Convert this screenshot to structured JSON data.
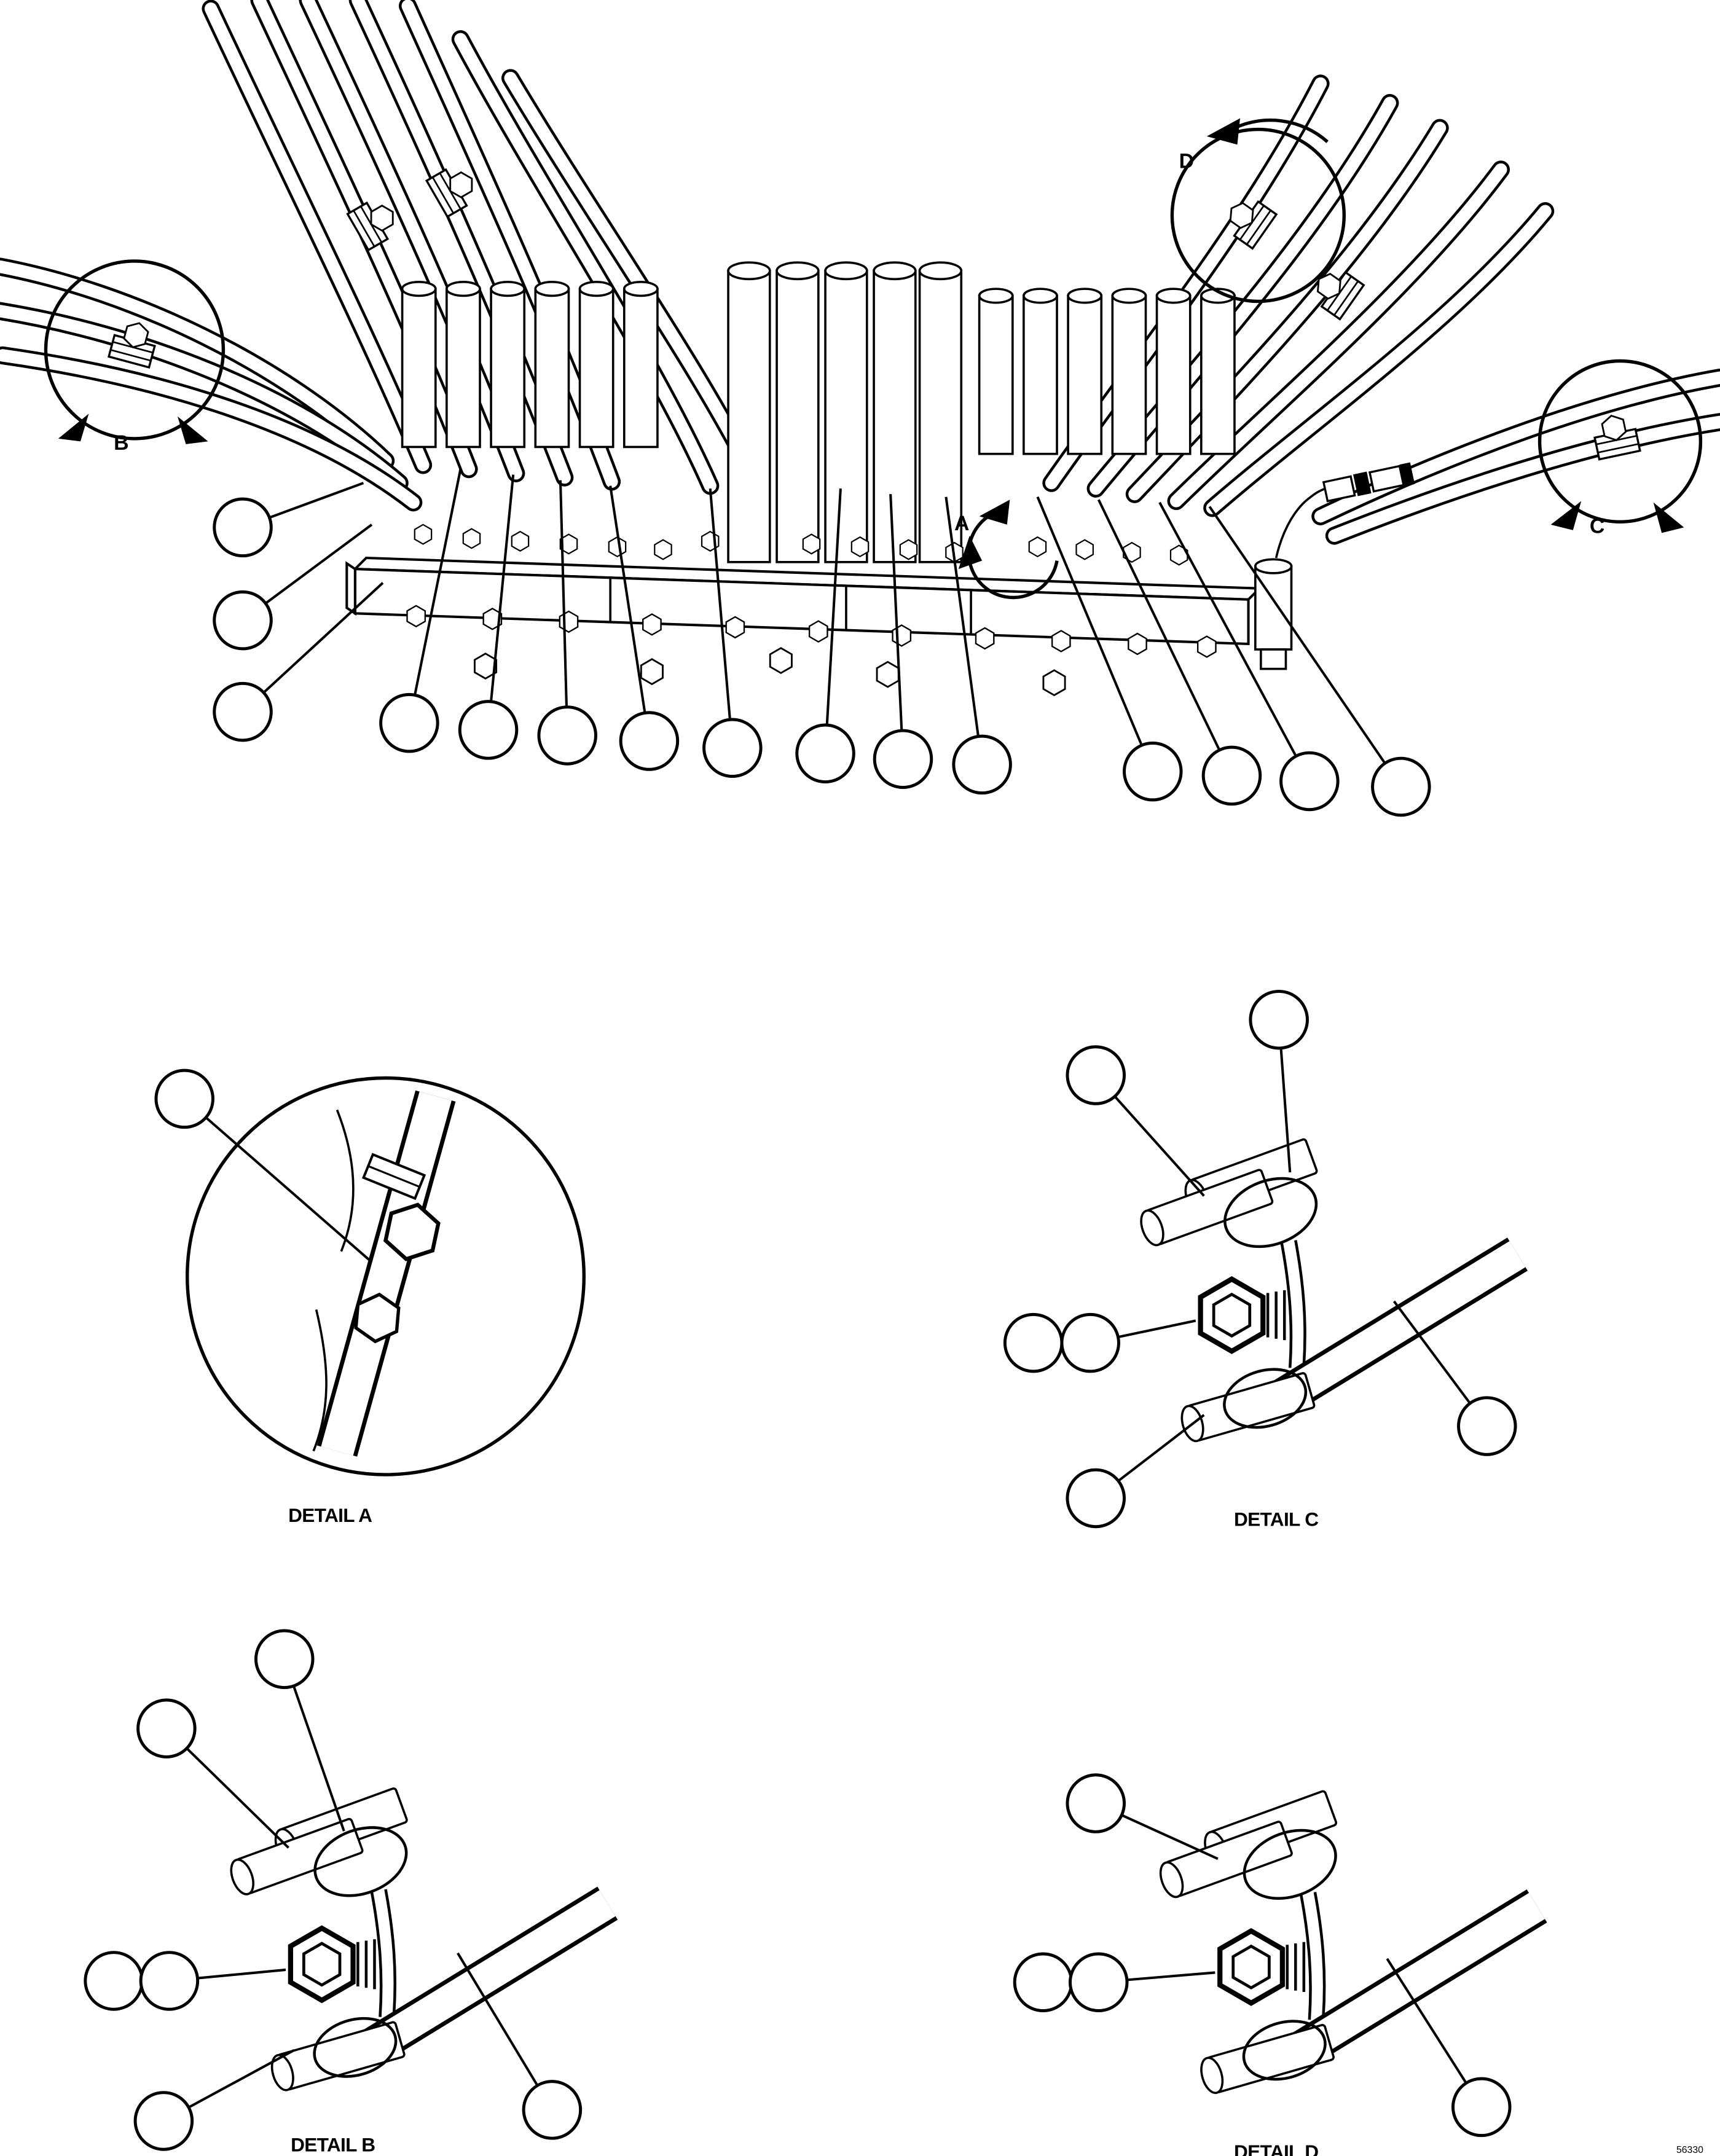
{
  "figure": {
    "figure_number": "56330",
    "labels": {
      "detail_a": "DETAIL A",
      "detail_b": "DETAIL B",
      "detail_c": "DETAIL C",
      "detail_d": "DETAIL D"
    },
    "letters": {
      "a": "A",
      "b": "B",
      "c": "C",
      "d": "D"
    }
  }
}
